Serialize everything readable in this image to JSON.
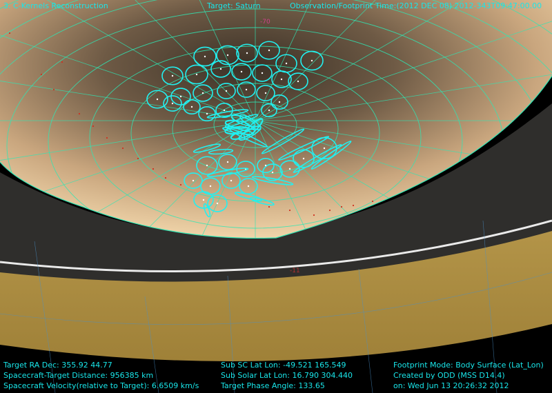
{
  "header": {
    "app_title": "3. C-Kernels Reconstruction",
    "target": "Target: Saturn",
    "observation_time": "Observation/Footprint Time:(2012 DEC 08) 2012-343T09:47:00.00"
  },
  "grid_labels": {
    "lat_top": "-70",
    "lat_ring": "-11"
  },
  "footer": {
    "left": [
      "Target RA Dec: 355.92  44.77",
      "Spacecraft-Target Distance:  956385 km",
      "Spacecraft Velocity(relative to Target): 6.6509 km/s"
    ],
    "middle": [
      "Sub SC Lat Lon: -49.521  165.549",
      "Sub Solar Lat Lon: 16.790  304.440",
      "Target Phase Angle: 133.65"
    ],
    "right": [
      "Footprint Mode: Body Surface (Lat_Lon)",
      "Created by ODD (MSS D14.4)",
      "on: Wed Jun 13 20:26:32 2012"
    ]
  },
  "colors": {
    "text": "#19e6ea",
    "grid": "#2fe6b4",
    "footprint": "#22f0f0",
    "ring": "#a98a3a",
    "ring_dark": "#2e2d2b",
    "planet_light": "#f4d8a8",
    "planet_dark": "#4a3e30",
    "background": "#000000"
  }
}
